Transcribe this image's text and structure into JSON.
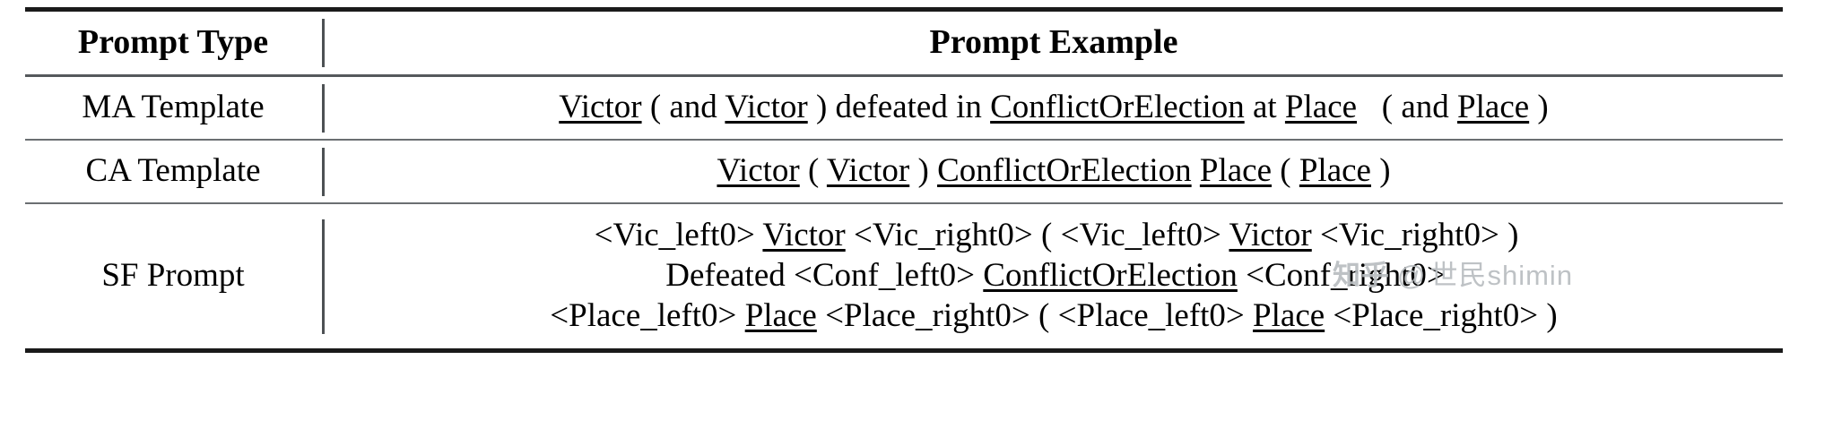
{
  "table": {
    "headers": {
      "type": "Prompt Type",
      "example": "Prompt Example"
    },
    "rows": [
      {
        "type": "MA Template",
        "example_plain": "Victor ( and Victor ) defeated in ConflictOrElection at Place   ( and Place )",
        "parts": {
          "p1": "Victor",
          "p2": "( and",
          "p3": "Victor",
          "p4": ") defeated in",
          "p5": "ConflictOrElection",
          "p6": "at",
          "p7": "Place",
          "p8": "( and",
          "p9": "Place",
          "p10": ")"
        }
      },
      {
        "type": "CA Template",
        "example_plain": "Victor ( Victor ) ConflictOrElection Place ( Place )",
        "parts": {
          "p1": "Victor",
          "p2": "(",
          "p3": "Victor",
          "p4": ")",
          "p5": "ConflictOrElection",
          "p6": "Place",
          "p7": "(",
          "p8": "Place",
          "p9": ")"
        }
      },
      {
        "type": "SF Prompt",
        "example_plain": "<Vic_left0> Victor <Vic_right0> ( <Vic_left0> Victor <Vic_right0> ) Defeated <Conf_left0> ConflictOrElection <Conf_right0> <Place_left0> Place <Place_right0> ( <Place_left0> Place <Place_right0> )",
        "line1": {
          "t1": "<Vic_left0>",
          "u1": "Victor",
          "t2": "<Vic_right0>  (  <Vic_left0>",
          "u2": "Victor",
          "t3": "<Vic_right0> )"
        },
        "line2": {
          "t1": "Defeated  <Conf_left0>",
          "u1": "ConflictOrElection",
          "t2": "<Conf_right0>"
        },
        "line3": {
          "t1": "<Place_left0>",
          "u1": "Place",
          "t2": "<Place_right0>  (  <Place_left0>",
          "u2": "Place",
          "t3": "<Place_right0> )"
        }
      }
    ]
  },
  "watermark": {
    "logo": "知乎",
    "at": "@",
    "handle": "世民shimin"
  }
}
